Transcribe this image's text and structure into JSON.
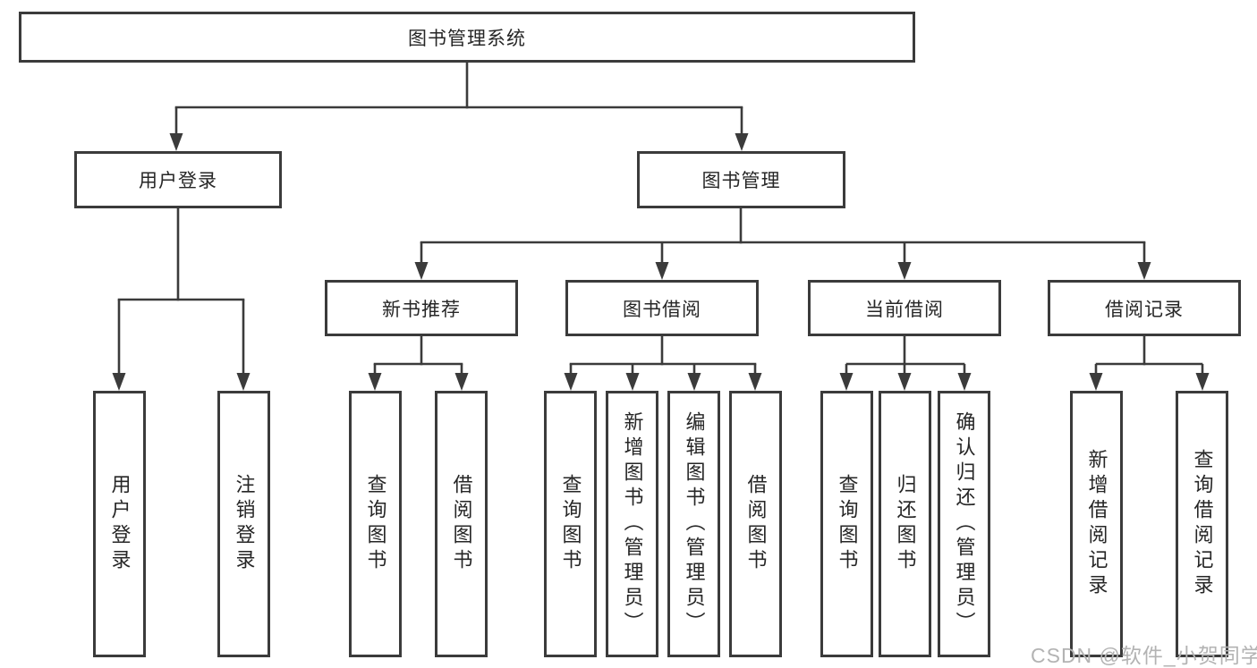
{
  "diagram": {
    "root": "图书管理系统",
    "level2": [
      "用户登录",
      "图书管理"
    ],
    "level3": [
      "新书推荐",
      "图书借阅",
      "当前借阅",
      "借阅记录"
    ],
    "leaves": {
      "user_login": [
        "用户登录",
        "注销登录"
      ],
      "new_book_recommend": [
        "查询图书",
        "借阅图书"
      ],
      "book_borrow": [
        "查询图书",
        "新增图书（管理员）",
        "编辑图书（管理员）",
        "借阅图书"
      ],
      "current_borrow": [
        "查询图书",
        "归还图书",
        "确认归还（管理员）"
      ],
      "borrow_record": [
        "新增借阅记录",
        "查询借阅记录"
      ]
    }
  },
  "watermark": "CSDN @软件_小贺同学",
  "colors": {
    "line": "#3b3b3b",
    "text": "#262626",
    "watermark": "#b3b3b3",
    "background": "#ffffff"
  }
}
